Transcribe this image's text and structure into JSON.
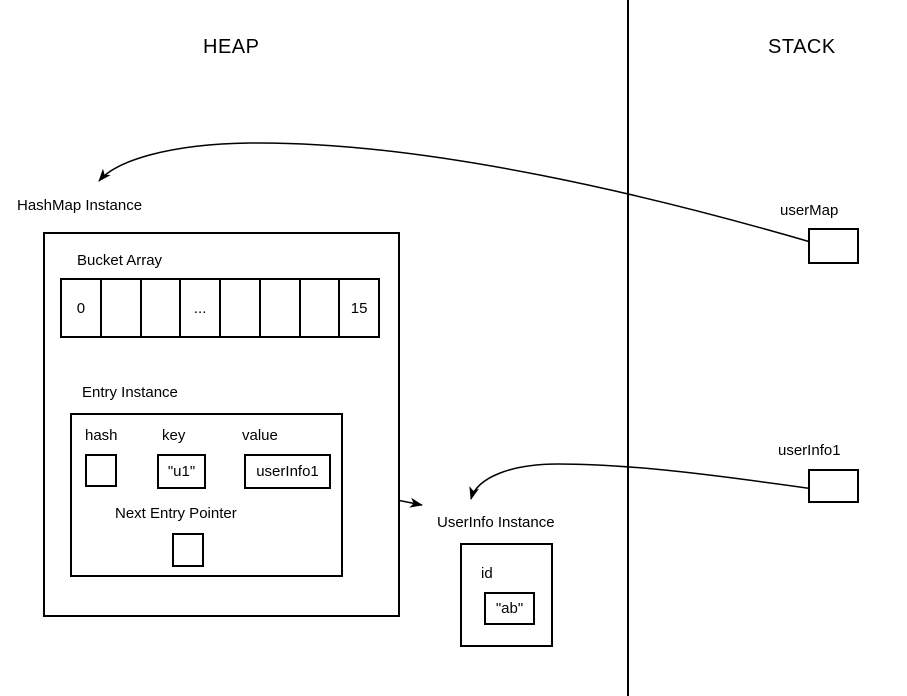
{
  "regions": {
    "heap_label": "HEAP",
    "stack_label": "STACK"
  },
  "heap": {
    "hashmap": {
      "title": "HashMap Instance",
      "bucket_array": {
        "label": "Bucket Array",
        "cells": [
          "0",
          "",
          "",
          "...",
          "",
          "",
          "",
          "15"
        ]
      }
    },
    "entry": {
      "title": "Entry Instance",
      "hash_label": "hash",
      "key_label": "key",
      "key_value": "\"u1\"",
      "value_label": "value",
      "value_value": "userInfo1",
      "next_pointer_label": "Next Entry Pointer"
    },
    "userinfo": {
      "title": "UserInfo Instance",
      "id_label": "id",
      "id_value": "\"ab\""
    }
  },
  "stack": {
    "usermap_label": "userMap",
    "userinfo1_label": "userInfo1"
  },
  "colors": {
    "line": "#000000",
    "background": "#ffffff"
  }
}
